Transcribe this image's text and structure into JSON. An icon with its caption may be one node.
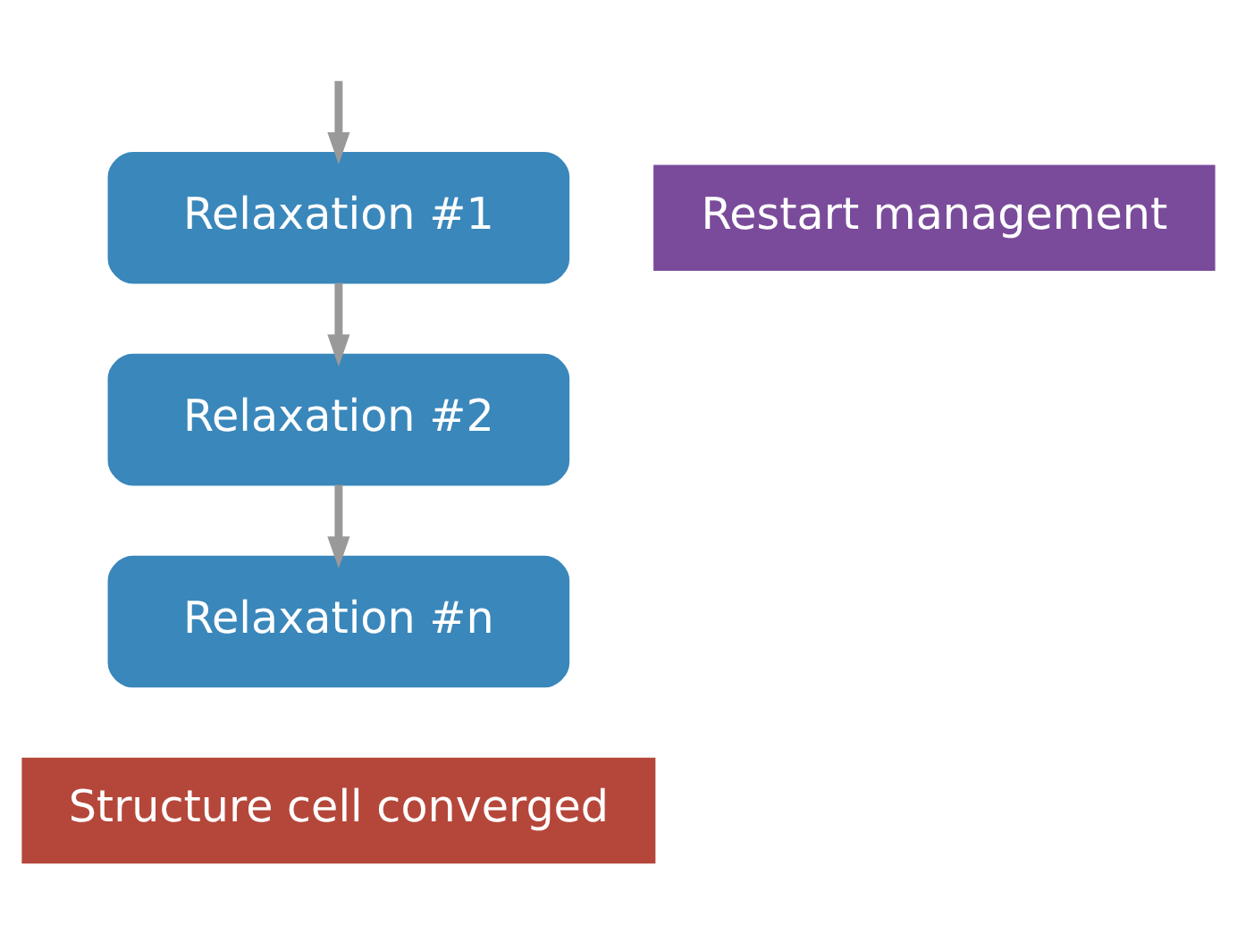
{
  "diagram": {
    "nodes": [
      {
        "text": [
          "Relaxation #1"
        ]
      },
      {
        "text": [
          "Relaxation #2"
        ]
      },
      {
        "text": [
          "Relaxation #n"
        ]
      },
      {
        "text": [
          "Restart management"
        ]
      },
      {
        "text": [
          "Structure cell converged"
        ]
      }
    ],
    "edges": [
      {
        "from": null,
        "to": 0,
        "arrow": "to"
      },
      {
        "from": 0,
        "to": 1,
        "arrow": "to"
      },
      {
        "from": 1,
        "to": 2,
        "arrow": "to"
      }
    ]
  }
}
